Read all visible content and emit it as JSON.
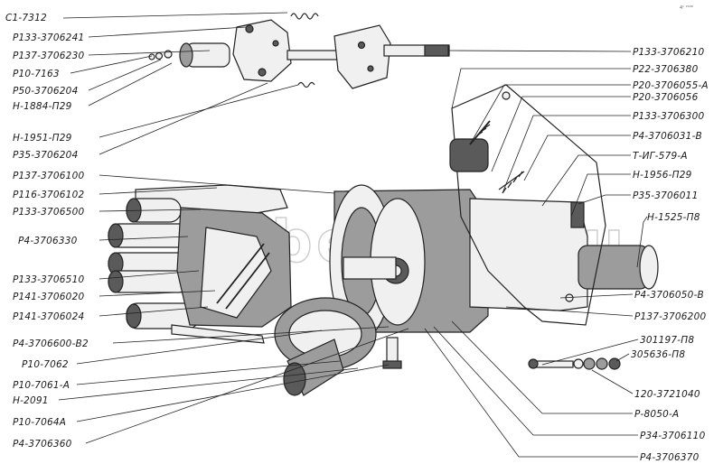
{
  "watermark": "bezvim.ru",
  "corner_mark": "4ⁿ ²⁰⁰⁸",
  "labels_left": [
    "С1-7312",
    "Р133-3706241",
    "Р137-3706230",
    "Р10-7163",
    "Р50-3706204",
    "Н-1884-П29",
    "Н-1951-П29",
    "Р35-3706204",
    "Р137-3706100",
    "Р116-3706102",
    "Р133-3706500",
    "Р4-3706330",
    "Р133-3706510",
    "Р141-3706020",
    "Р141-3706024",
    "Р4-3706600-В2",
    "Р10-7062",
    "Р10-7061-А",
    "Н-2091",
    "Р10-7064А",
    "Р4-3706360"
  ],
  "labels_right": [
    "Р133-3706210",
    "Р22-3706380",
    "Р20-3706055-А",
    "Р20-3706056",
    "Р133-3706300",
    "Р4-3706031-В",
    "Т-ИГ-579-А",
    "Н-1956-П29",
    "Р35-3706011",
    "Н-1525-П8",
    "Р4-3706050-В",
    "Р137-3706200",
    "301197-П8",
    "305636-П8",
    "120-3721040",
    "Р-8050-А",
    "Р34-3706110",
    "Р4-3706370"
  ]
}
